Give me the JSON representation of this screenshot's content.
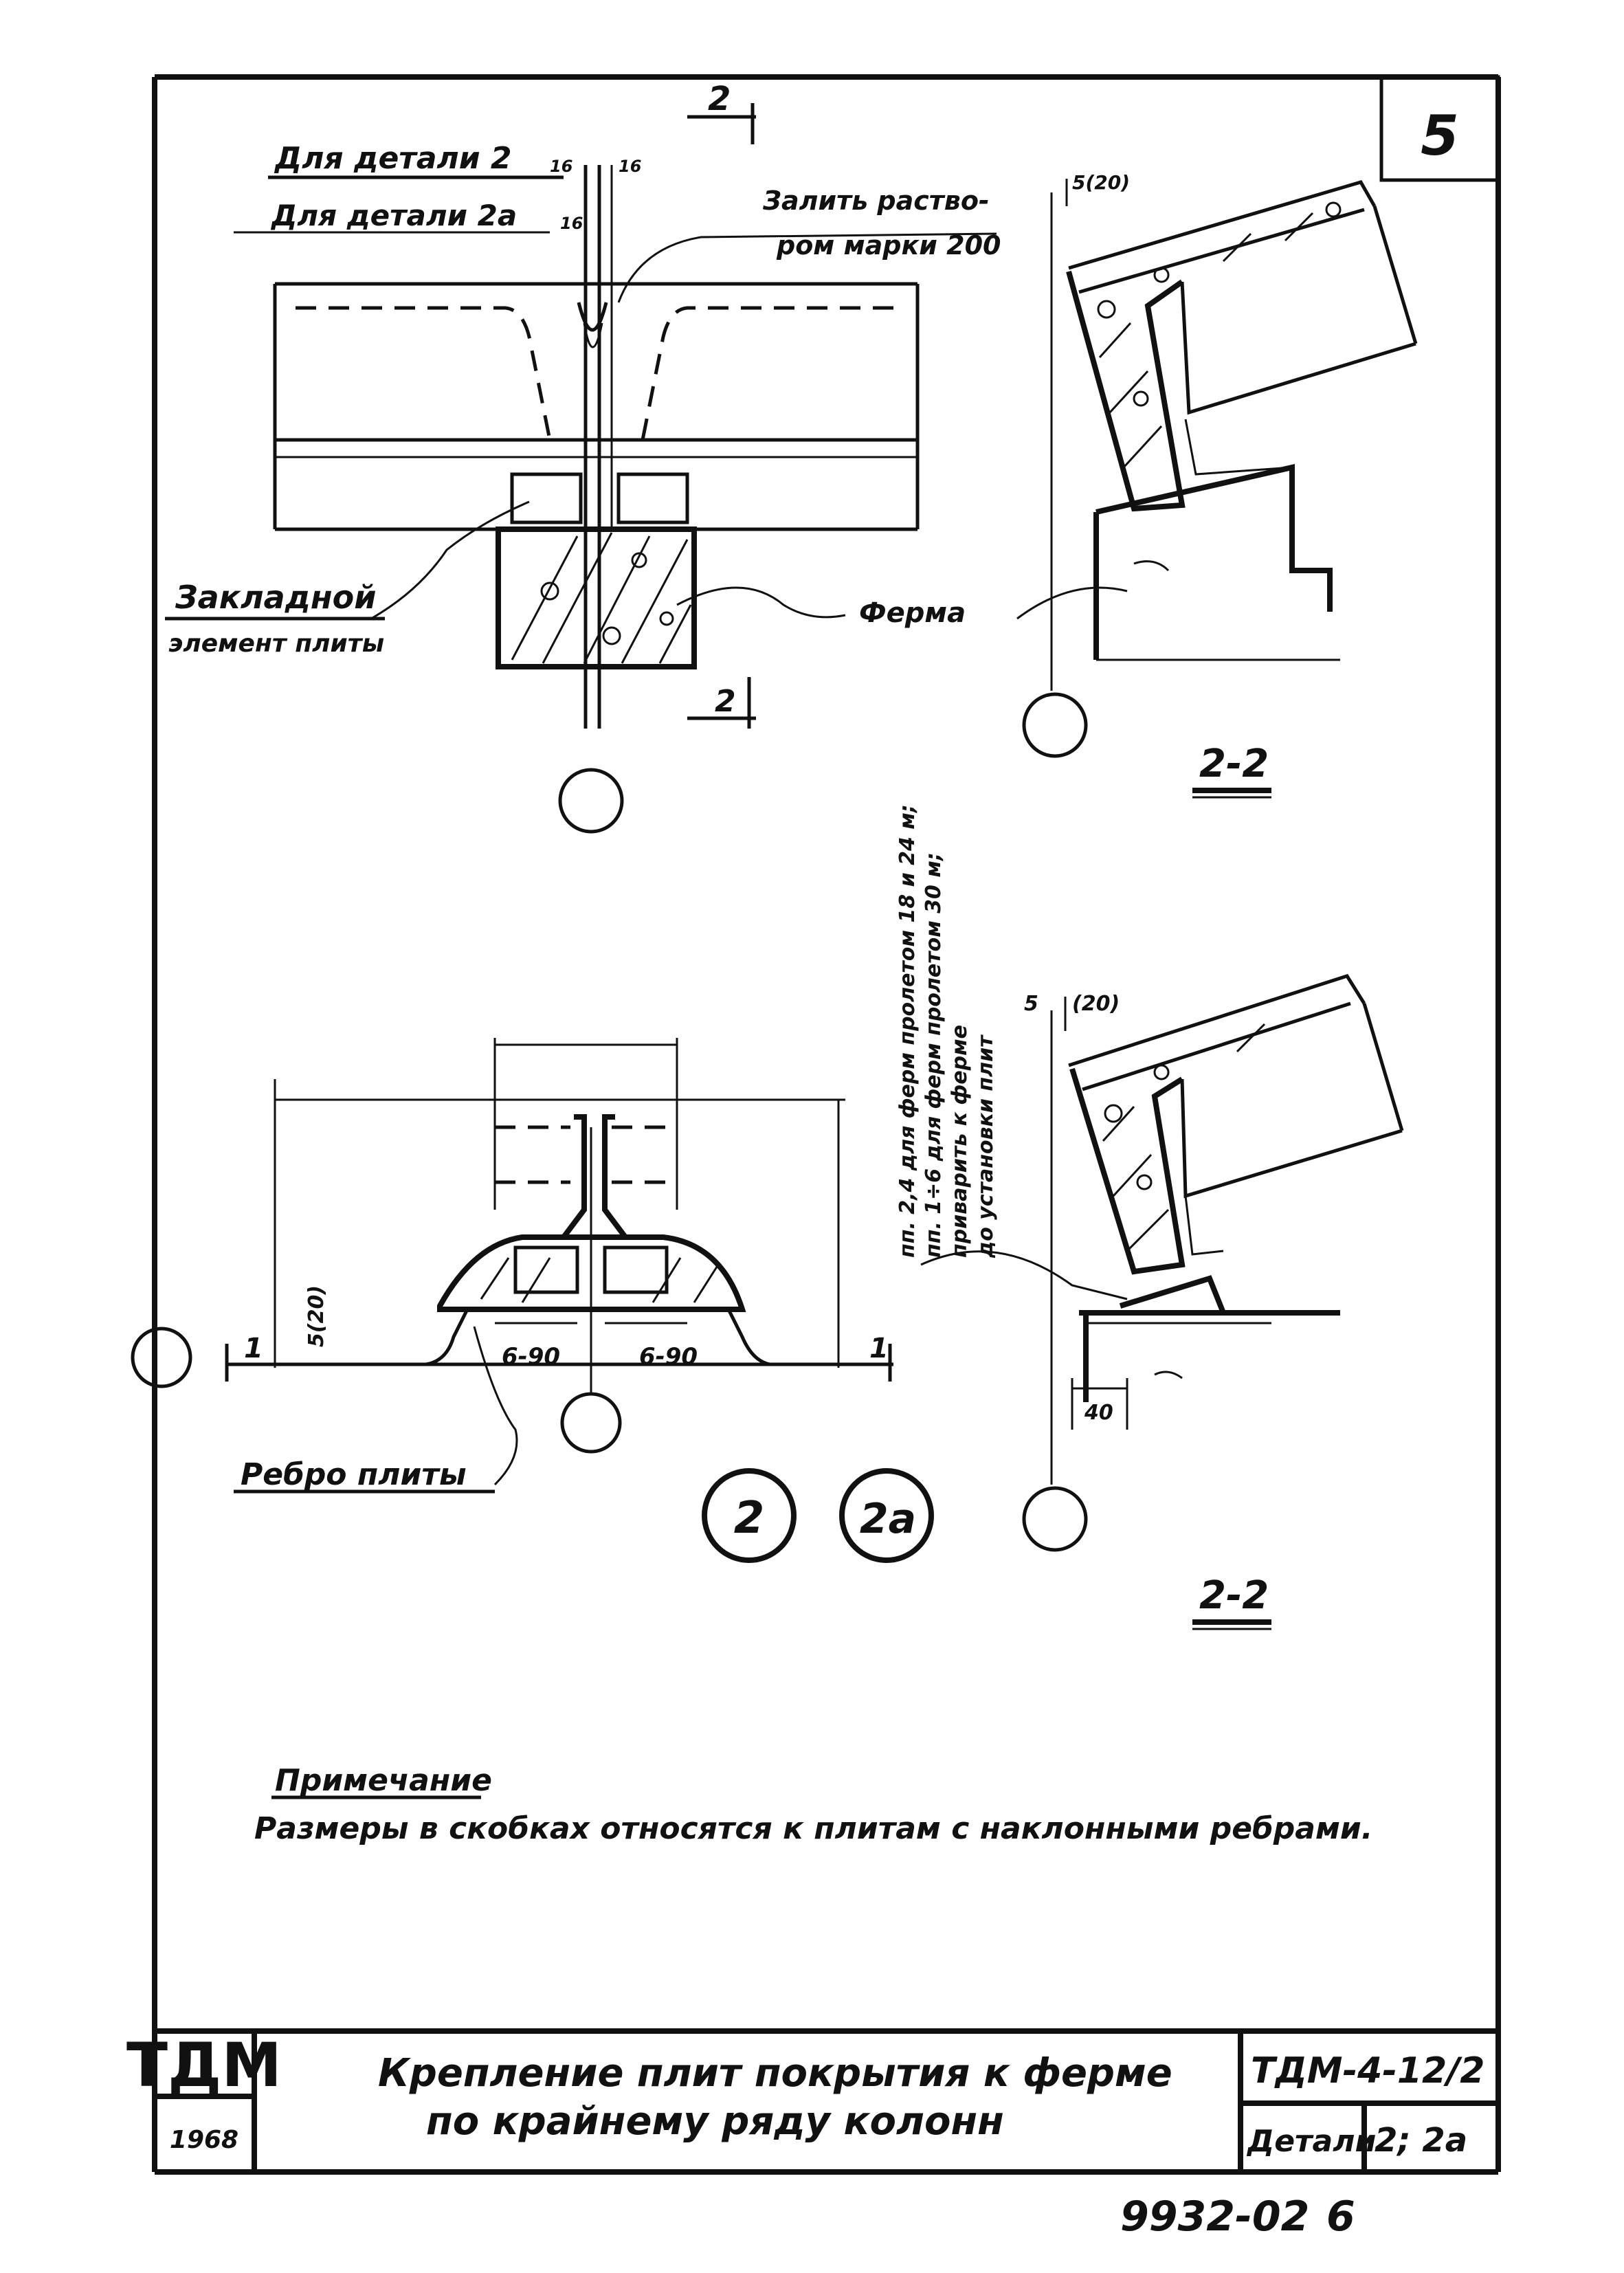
{
  "sheet": {
    "page_number": "5",
    "archive_number": "9932-02",
    "archive_page": "6"
  },
  "plan_view": {
    "label_detail_2": "Для детали 2",
    "label_detail_2a": "Для детали 2а",
    "dim_detail_2": "16",
    "dim_detail_2_b": "16",
    "dim_detail_2a": "16",
    "weld_note_line1": "Залить раство-",
    "weld_note_line2": "ром марки 200",
    "section_mark_top": "2",
    "section_mark_bottom": "2",
    "embedded_label_line1": "Закладной",
    "embedded_label_line2": "элемент плиты",
    "truss_label": "Ферма"
  },
  "section_a": {
    "dim": "5(20)",
    "title": "2-2"
  },
  "section_b": {
    "dim_left": "5",
    "dim_right": "(20)",
    "dim_bottom": "40",
    "title": "2-2",
    "note_line1": "пп. 2,4 для ферм пролетом 18 и 24 м;",
    "note_line2": "пп. 1÷6 для ферм пролетом 30 м;",
    "note_line3": "приварить к ферме",
    "note_line4": "до установки плит"
  },
  "elevation_view": {
    "dim_side": "5(20)",
    "weld_left": "6-90",
    "weld_right": "6-90",
    "mark_left": "1",
    "mark_right": "1",
    "rib_label": "Ребро плиты"
  },
  "detail_markers": {
    "detail_2": "2",
    "detail_2a": "2а"
  },
  "note": {
    "title": "Примечание",
    "text": "Размеры в скобках относятся к плитам с наклонными ребрами."
  },
  "title_block": {
    "org": "ТДМ",
    "year": "1968",
    "title_line1": "Крепление плит покрытия к ферме",
    "title_line2": "по крайнему ряду колонн",
    "series": "ТДМ-4-12/2",
    "detail_label": "Детали",
    "detail_value": "2; 2а"
  }
}
